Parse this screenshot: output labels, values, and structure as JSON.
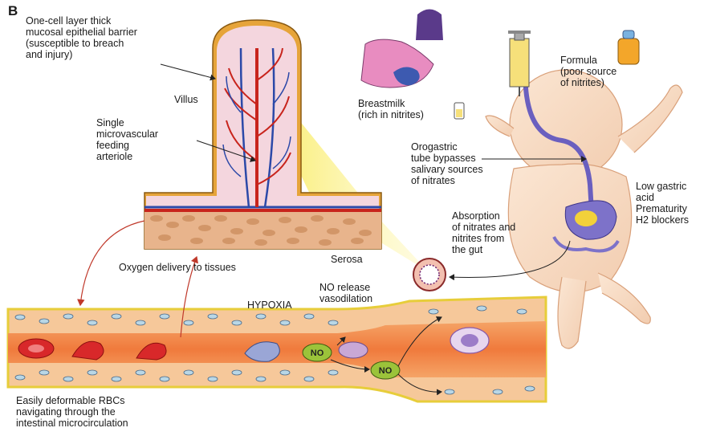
{
  "panel_letter": "B",
  "labels": {
    "epithelial_barrier": [
      "One-cell layer thick",
      "mucosal epithelial barrier",
      "(susceptible to breach",
      "and injury)"
    ],
    "villus": "Villus",
    "arteriole": [
      "Single",
      "microvascular",
      "feeding",
      "arteriole"
    ],
    "serosa": "Serosa",
    "oxygen_delivery": "Oxygen delivery to tissues",
    "breastmilk": [
      "Breastmilk",
      "(rich in nitrites)"
    ],
    "formula": [
      "Formula",
      "(poor source",
      "of nitrites)"
    ],
    "orogastric": [
      "Orogastric",
      "tube bypasses",
      "salivary sources",
      "of nitrates"
    ],
    "gastric": [
      "Low gastric",
      "acid",
      "Prematurity",
      "H2 blockers"
    ],
    "absorption": [
      "Absorption",
      "of nitrates and",
      "nitrites from",
      "the gut"
    ],
    "no_release": [
      "NO release",
      "vasodilation"
    ],
    "hypoxia": "HYPOXIA",
    "rbcs": [
      "Easily deformable RBCs",
      "navigating through the",
      "intestinal microcirculation"
    ],
    "no_molecule": "NO"
  },
  "colors": {
    "villus_wall": "#e6a43a",
    "villus_inner": "#f4d6de",
    "artery": "#c8241c",
    "vein": "#2c49a8",
    "cone": "#f2dc1a",
    "vessel_wall": "#f6c89a",
    "vessel_lumen": "#f08a4e",
    "no_bubble": "#9bc33a",
    "rbc": "#d8282a",
    "baby_skin": "#f7dcc4",
    "stomach": "#7d72c9"
  }
}
